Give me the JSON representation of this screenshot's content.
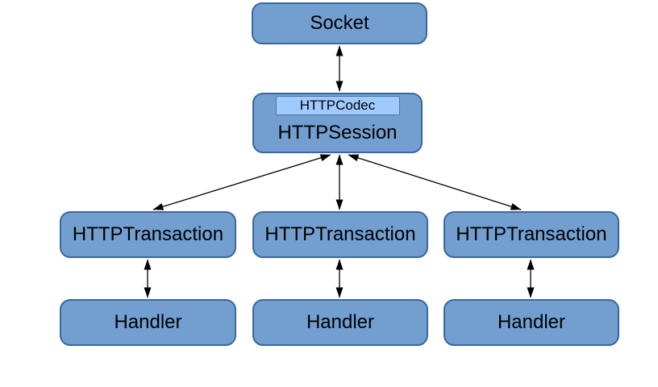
{
  "colors": {
    "background": "#ffffff",
    "node_fill": "#729fcf",
    "node_border": "#39689e",
    "codec_fill": "#9fcaff",
    "codec_border": "#54789b",
    "text": "#000000",
    "arrow": "#000000"
  },
  "nodes": {
    "socket": {
      "label": "Socket"
    },
    "codec": {
      "label": "HTTPCodec"
    },
    "session": {
      "label": "HTTPSession"
    },
    "transaction_left": {
      "label": "HTTPTransaction"
    },
    "transaction_middle": {
      "label": "HTTPTransaction"
    },
    "transaction_right": {
      "label": "HTTPTransaction"
    },
    "handler_left": {
      "label": "Handler"
    },
    "handler_middle": {
      "label": "Handler"
    },
    "handler_right": {
      "label": "Handler"
    }
  },
  "edges": [
    {
      "from": "socket",
      "to": "session",
      "type": "bidirectional-arrow"
    },
    {
      "from": "session",
      "to": "transaction_left",
      "type": "bidirectional-arrow"
    },
    {
      "from": "session",
      "to": "transaction_middle",
      "type": "bidirectional-arrow"
    },
    {
      "from": "session",
      "to": "transaction_right",
      "type": "bidirectional-arrow"
    },
    {
      "from": "transaction_left",
      "to": "handler_left",
      "type": "bidirectional-arrow"
    },
    {
      "from": "transaction_middle",
      "to": "handler_middle",
      "type": "bidirectional-arrow"
    },
    {
      "from": "transaction_right",
      "to": "handler_right",
      "type": "bidirectional-arrow"
    }
  ]
}
